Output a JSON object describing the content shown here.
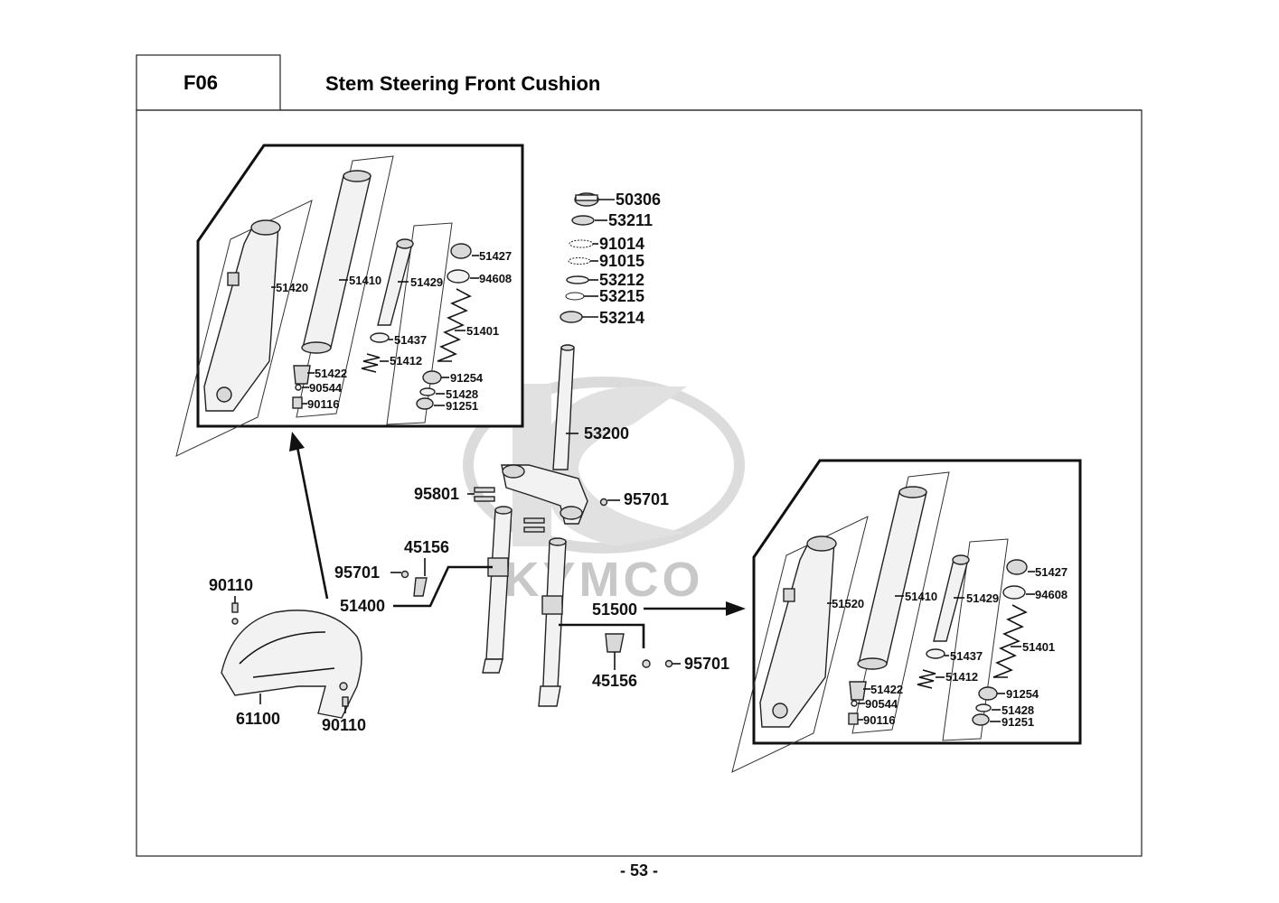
{
  "header": {
    "code": "F06",
    "title": "Stem Steering  Front Cushion"
  },
  "page_number": "- 53 -",
  "watermark": "KYMCO",
  "main_parts": {
    "p50306": "50306",
    "p53211": "53211",
    "p91014": "91014",
    "p91015": "91015",
    "p53212": "53212",
    "p53215": "53215",
    "p53214": "53214",
    "p53200": "53200",
    "p95801": "95801",
    "p95701_a": "95701",
    "p45156_a": "45156",
    "p95701_b": "95701",
    "p51400": "51400",
    "p51500": "51500",
    "p45156_b": "45156",
    "p95701_c": "95701",
    "p90110_a": "90110",
    "p61100": "61100",
    "p90110_b": "90110"
  },
  "left_inset": {
    "p51420": "51420",
    "p51410": "51410",
    "p51429": "51429",
    "p51427": "51427",
    "p94608": "94608",
    "p51401": "51401",
    "p51437": "51437",
    "p51412": "51412",
    "p51422": "51422",
    "p90544": "90544",
    "p90116": "90116",
    "p91254": "91254",
    "p51428": "51428",
    "p91251": "91251"
  },
  "right_inset": {
    "p51520": "51520",
    "p51410": "51410",
    "p51429": "51429",
    "p51427": "51427",
    "p94608": "94608",
    "p51401": "51401",
    "p51437": "51437",
    "p51412": "51412",
    "p51422": "51422",
    "p90544": "90544",
    "p90116": "90116",
    "p91254": "91254",
    "p51428": "51428",
    "p91251": "91251"
  }
}
